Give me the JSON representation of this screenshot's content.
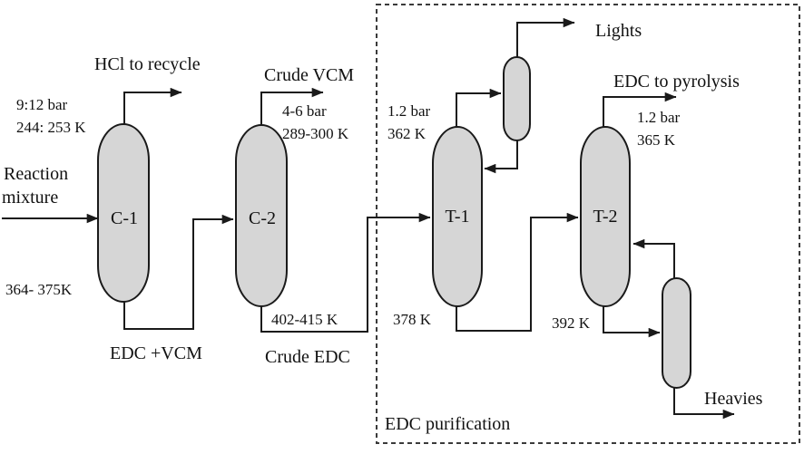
{
  "colors": {
    "background": "#ffffff",
    "vessel_fill": "#d6d6d6",
    "line": "#1a1a1a",
    "text": "#111111"
  },
  "boundary_label": "EDC purification",
  "feed": {
    "line1": "Reaction",
    "line2": "mixture"
  },
  "columns": {
    "c1": "C-1",
    "c2": "C-2",
    "t1": "T-1",
    "t2": "T-2"
  },
  "streams": {
    "hcl": "HCl to recycle",
    "crude_vcm": "Crude VCM",
    "edc_vcm": "EDC +VCM",
    "crude_edc": "Crude EDC",
    "lights": "Lights",
    "edc_pyrolysis": "EDC to pyrolysis",
    "heavies": "Heavies"
  },
  "conditions": {
    "c1_top": [
      "9:12 bar",
      "244: 253 K"
    ],
    "c1_bottom": "364- 375K",
    "c2_top": [
      "4-6 bar",
      "289-300 K"
    ],
    "c2_bottom": "402-415 K",
    "t1_top": [
      "1.2 bar",
      "362 K"
    ],
    "t1_bottom": "378 K",
    "t2_top": [
      "1.2 bar",
      "365 K"
    ],
    "t2_bottom": "392 K"
  }
}
